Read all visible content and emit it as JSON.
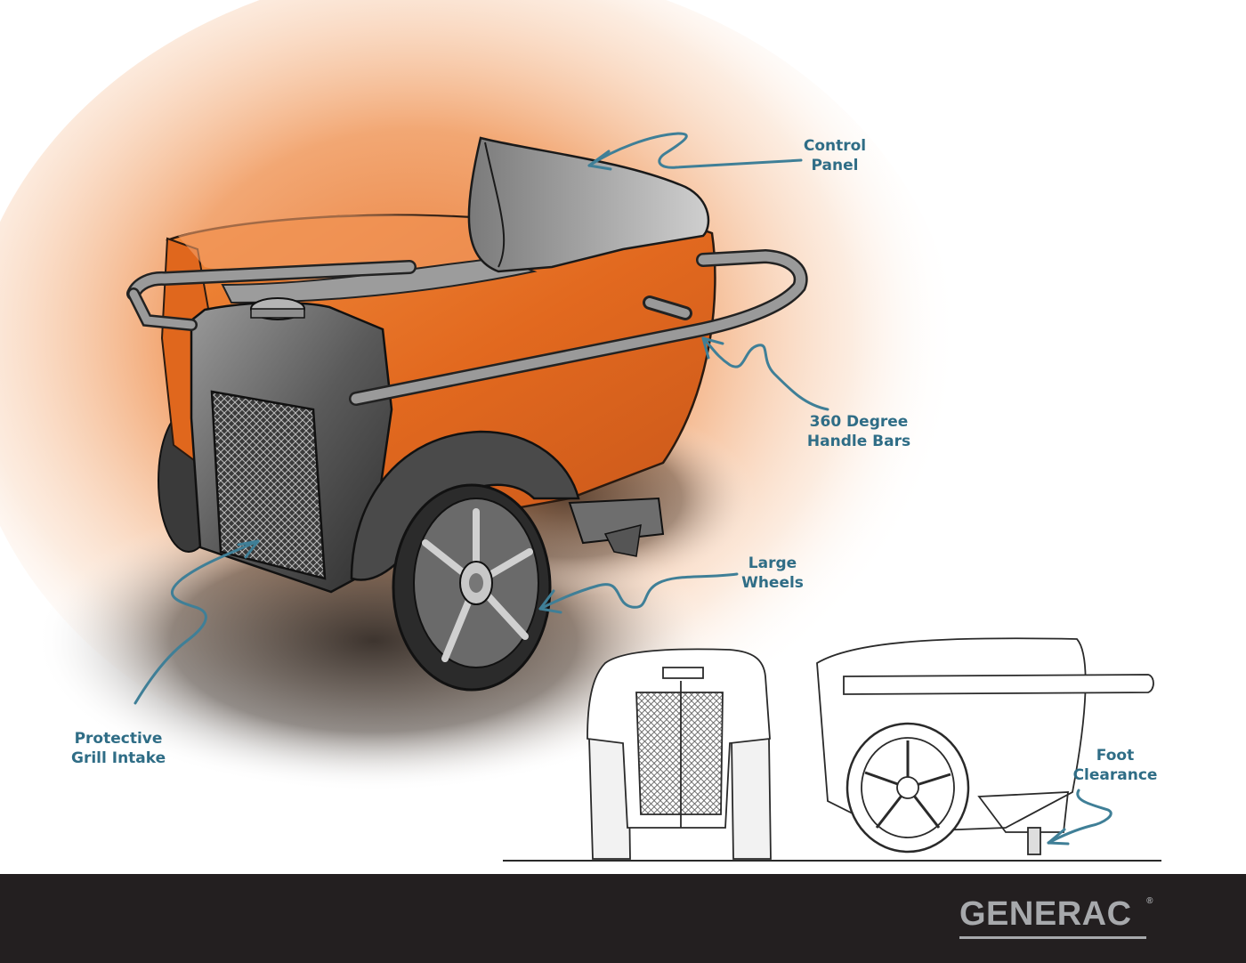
{
  "callouts": {
    "control_panel": [
      "Control",
      "Panel"
    ],
    "handle_bars": [
      "360 Degree",
      "Handle Bars"
    ],
    "large_wheels": [
      "Large",
      "Wheels"
    ],
    "grill_intake": [
      "Protective",
      "Grill Intake"
    ],
    "foot_clearance": [
      "Foot",
      "Clearance"
    ]
  },
  "brand": {
    "name": "GENERAC",
    "mark": "®"
  },
  "colors": {
    "accent_orange": "#e8732a",
    "callout_blue": "#2f6d86",
    "footer_bg": "#231f20",
    "logo_grey": "#a7a9ac"
  }
}
